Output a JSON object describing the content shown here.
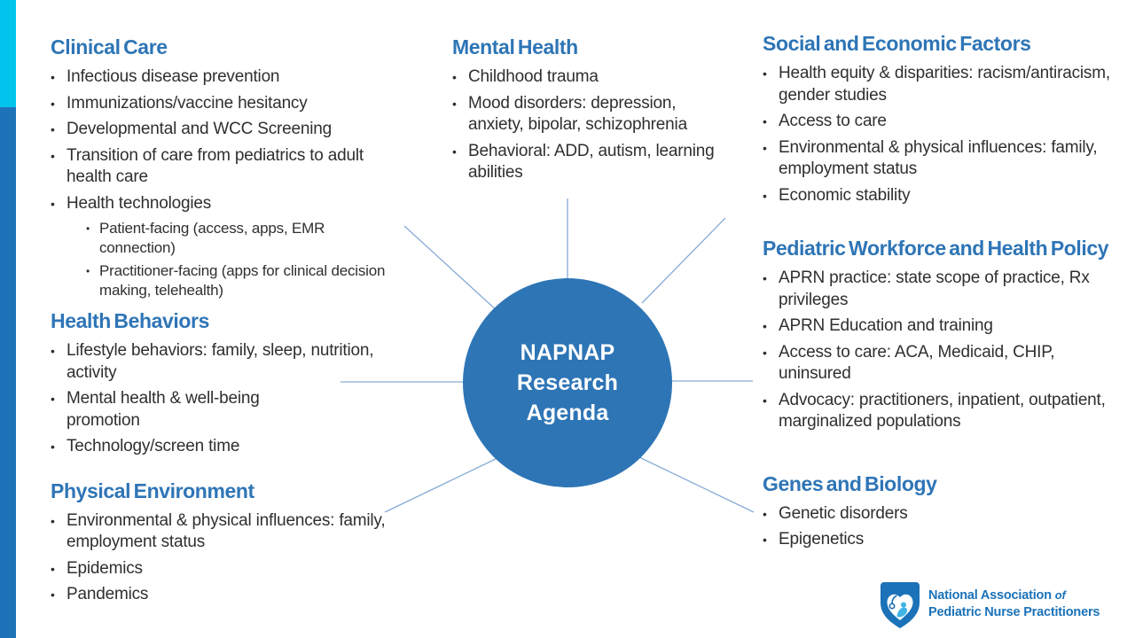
{
  "center": {
    "line1": "NAPNAP",
    "line2": "Research",
    "line3": "Agenda"
  },
  "ui": {
    "bullet": "•"
  },
  "colors": {
    "heading_blue": "#2e75b6",
    "circle_blue": "#2e75b6",
    "edge_cyan": "#00c4ec",
    "edge_blue": "#1e73b8",
    "spoke_line": "#86abd6",
    "body_text": "#2f2f2f",
    "logo_blue": "#1b72b8",
    "logo_light_blue": "#41b4e6"
  },
  "columns": {
    "clinical": {
      "title": "Clinical Care",
      "bullets": [
        "Infectious disease prevention",
        "Immunizations/vaccine hesitancy",
        "Developmental and WCC Screening",
        "Transition of care from pediatrics to adult health care",
        "Health technologies"
      ],
      "sub_bullets": [
        "Patient-facing (access, apps, EMR connection)",
        "Practitioner-facing (apps for clinical decision making, telehealth)"
      ]
    },
    "behaviors": {
      "title": "Health Behaviors",
      "bullets": [
        "Lifestyle behaviors: family, sleep, nutrition, activity",
        "Mental health & well-being promotion",
        "Technology/screen time"
      ]
    },
    "physical": {
      "title": "Physical Environment",
      "bullets": [
        "Environmental & physical influences: family, employment status",
        "Epidemics",
        "Pandemics"
      ]
    },
    "mental": {
      "title": "Mental Health",
      "bullets": [
        "Childhood trauma",
        "Mood disorders: depression, anxiety, bipolar, schizophrenia",
        "Behavioral: ADD, autism, learning abilities"
      ]
    },
    "social": {
      "title": "Social and Economic Factors",
      "bullets": [
        "Health equity & disparities: racism/antiracism, gender studies",
        "Access to care",
        "Environmental & physical influences: family, employment status",
        "Economic stability"
      ]
    },
    "workforce": {
      "title": "Pediatric Workforce and Health Policy",
      "bullets": [
        "APRN practice: state scope of practice, Rx privileges",
        "APRN Education and training",
        "Access to care: ACA, Medicaid, CHIP, uninsured",
        "Advocacy: practitioners, inpatient, outpatient, marginalized populations"
      ]
    },
    "genes": {
      "title": "Genes and Biology",
      "bullets": [
        "Genetic disorders",
        "Epigenetics"
      ]
    }
  },
  "logo": {
    "name_top_main": "National Association",
    "name_top_of": "of",
    "name_bottom": "Pediatric Nurse Practitioners"
  }
}
